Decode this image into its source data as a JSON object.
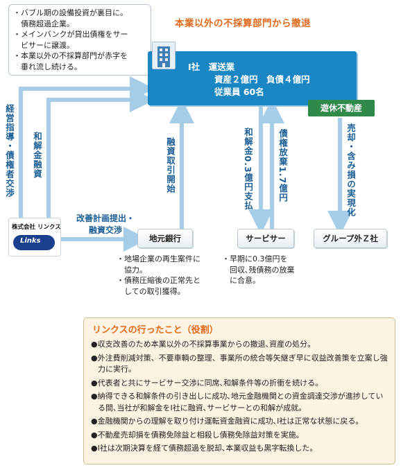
{
  "top_note": {
    "lines": [
      "・バブル期の設備投資が裏目に。",
      "　債務超過企業。",
      "・メインバンクが貸出債権をサー",
      "　ビサーに譲渡。",
      "・本業以外の不採算部門が赤字を",
      "　垂れ流し続ける。"
    ]
  },
  "headline": "本業以外の不採算部門から撤退",
  "company": {
    "name": "I社　運送業",
    "stats": "資産２億円　負債４億円",
    "employees": "従業員 60名"
  },
  "idle_property": "遊休不動産",
  "labels": {
    "management": "経営指導・債権者交渉",
    "settlement_finance": "和解金融資",
    "finance_start": "融資取引開始",
    "settlement_pay": "和解金0.3億円支払",
    "debt_waiver": "債権放棄1.7億円",
    "sale": "売却・含み損の実現化",
    "plan_line1": "改善計画提出・",
    "plan_line2": "融資交渉"
  },
  "nodes": {
    "links_company": "株式会社 リンクス",
    "links_logo": "Links",
    "local_bank": "地元銀行",
    "servicer": "サービサー",
    "group_z": "グループ外Ｚ社"
  },
  "bank_note": [
    "・地場企業の再生案件に",
    "　協力。",
    "・債務圧縮後の正常先と",
    "　しての取引獲得。"
  ],
  "servicer_note": [
    "・早期に0.3億円を",
    "　回収､残債務の放棄",
    "　に合意。"
  ],
  "role": {
    "title": "リンクスの行ったこと（役割）",
    "items": [
      "●収支改善のため本業以外の不採算事業からの撤退､資産の処分。",
      "●外注費削減対策、不要車輌の整理、事業所の統合等矢継ぎ早に収益改善策を立案し強力に実行。",
      "●代表者と共にサービサー交渉に同席､和解条件等の折衝を続ける。",
      "●納得できる和解条件の引き出しに成功､地元金融機関との資金調達交渉が進捗している間､当社が和解金をI社に融資､サービサーとの和解が成就。",
      "●金融機関からの理解を取り付け運転資金融資に成功､I社は正常な状態に戻る。",
      "●不動産売却損を債務免除益と相殺し債務免除益対策を実施。",
      "●I社は次期決算を経て債務超過を脱却､本業収益も黒字転換した。"
    ]
  },
  "colors": {
    "arrow": "#a6cde8",
    "company_blue": "#1a86c4",
    "accent_orange": "#e2691a",
    "label_blue": "#1b5f96",
    "idle_green": "#2f8a4a"
  }
}
